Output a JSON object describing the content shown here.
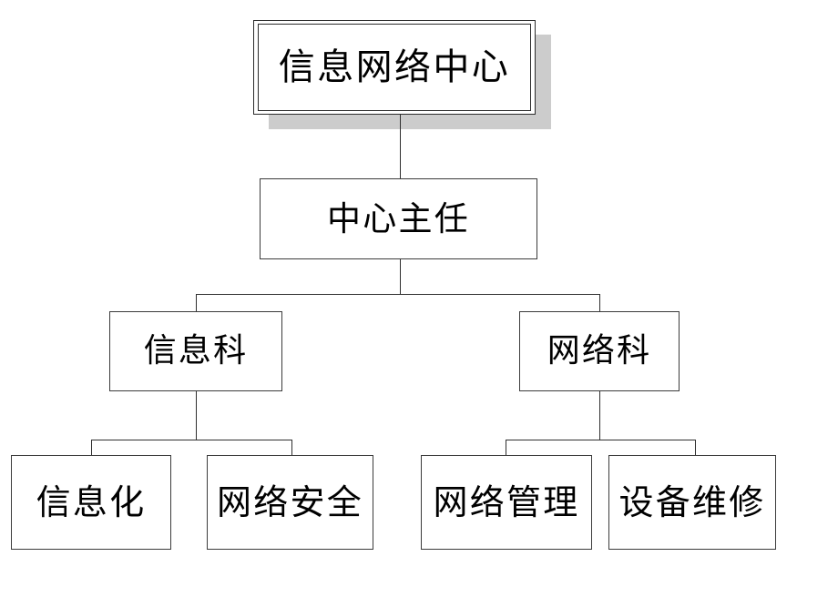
{
  "diagram": {
    "type": "organizational-chart",
    "title_text": "信息网络中心",
    "background_color": "#ffffff",
    "line_color": "#2f2f2f",
    "box_border_color": "#3b3b3b",
    "shadow_color": "#cccccc",
    "text_color": "#000000",
    "nodes": {
      "root": {
        "label": "信息网络中心",
        "level": 1
      },
      "director": {
        "label": "中心主任",
        "level": 2
      },
      "dept_info": {
        "label": "信息科",
        "level": 3
      },
      "dept_network": {
        "label": "网络科",
        "level": 3
      },
      "leaf_informatization": {
        "label": "信息化",
        "level": 4
      },
      "leaf_network_security": {
        "label": "网络安全",
        "level": 4
      },
      "leaf_network_management": {
        "label": "网络管理",
        "level": 4
      },
      "leaf_equipment_maintenance": {
        "label": "设备维修",
        "level": 4
      }
    }
  }
}
